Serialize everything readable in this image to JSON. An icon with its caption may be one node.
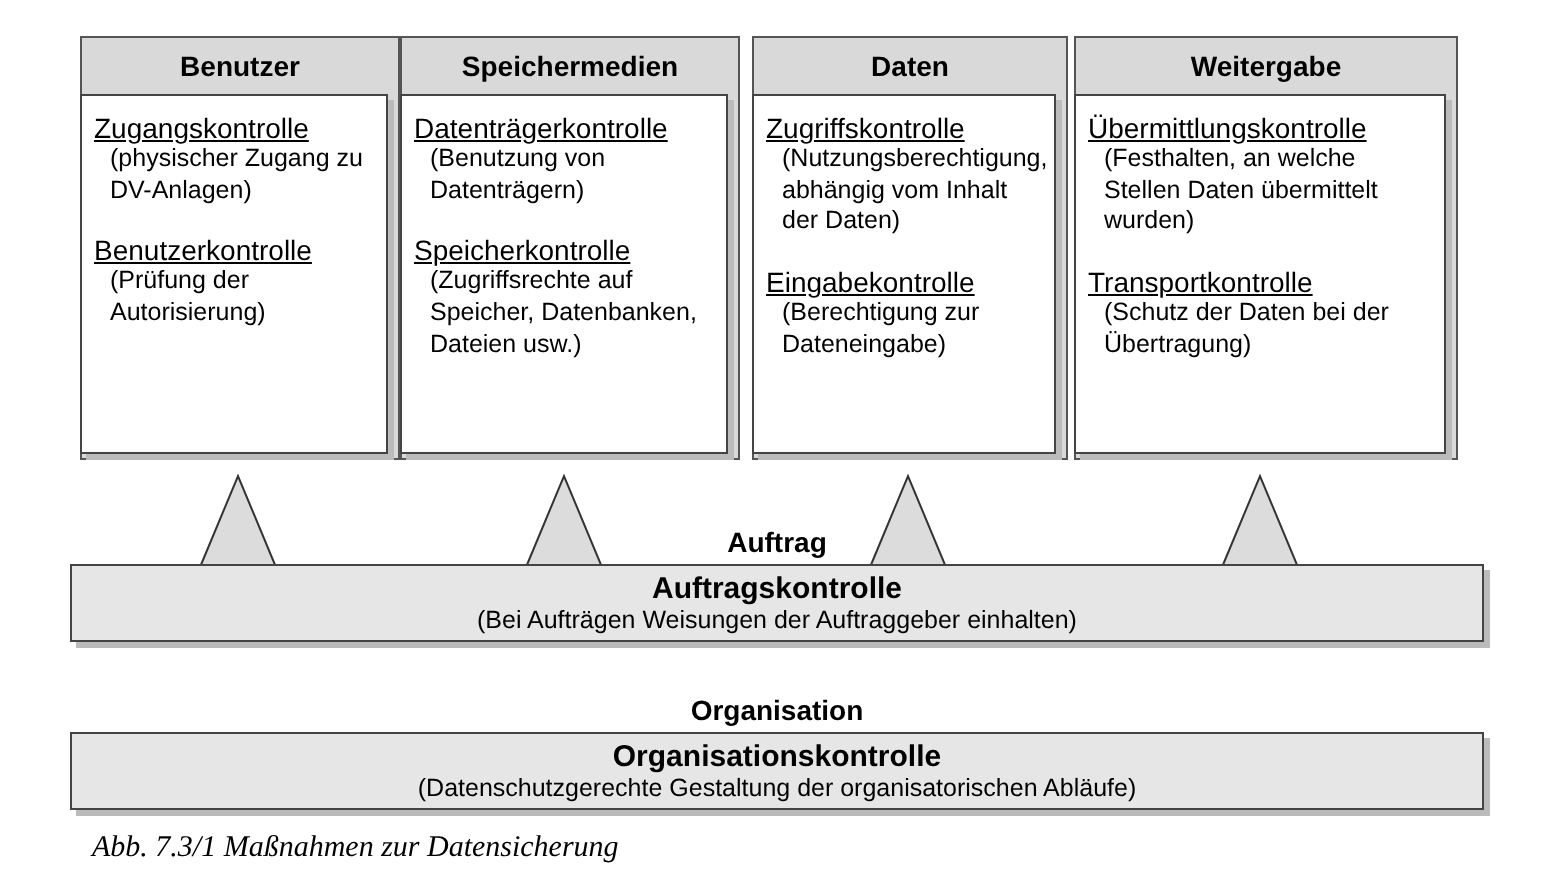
{
  "diagram": {
    "caption": "Abb. 7.3/1 Maßnahmen zur Datensicherung",
    "nodes": [
      {
        "text": [
          "Benutzer"
        ]
      },
      {
        "text": [
          "Zugangskontrolle",
          "(physischer Zugang zu DV-Anlagen)",
          "Benutzerkontrolle",
          "(Prüfung der Autorisierung)"
        ],
        "in": 0
      },
      {
        "text": [
          "Speichermedien"
        ]
      },
      {
        "text": [
          "Datenträgerkontrolle",
          "(Benutzung von Datenträgern)",
          "Speicherkontrolle",
          "(Zugriffsrechte auf Speicher, Datenbanken, Dateien usw.)"
        ],
        "in": 2
      },
      {
        "text": [
          "Daten"
        ]
      },
      {
        "text": [
          "Zugriffskontrolle",
          "(Nutzungsberechtigung, abhängig vom Inhalt der Daten)",
          "Eingabekontrolle",
          "(Berechtigung zur Dateneingabe)"
        ],
        "in": 4
      },
      {
        "text": [
          "Weitergabe"
        ]
      },
      {
        "text": [
          "Übermittlungskontrolle",
          "(Festhalten, an welche Stellen Daten übermittelt wurden)",
          "Transportkontrolle",
          "(Schutz der Daten bei der Übertragung)"
        ],
        "in": 6
      },
      {
        "text": [
          "Auftrag",
          "Auftragskontrolle",
          "(Bei Aufträgen Weisungen der Auftraggeber einhalten)"
        ]
      },
      {
        "text": [
          "Organisation",
          "Organisationskontrolle",
          "(Datenschutzgerechte Gestaltung der organisatorischen Abläufe)"
        ]
      }
    ],
    "edges": []
  }
}
